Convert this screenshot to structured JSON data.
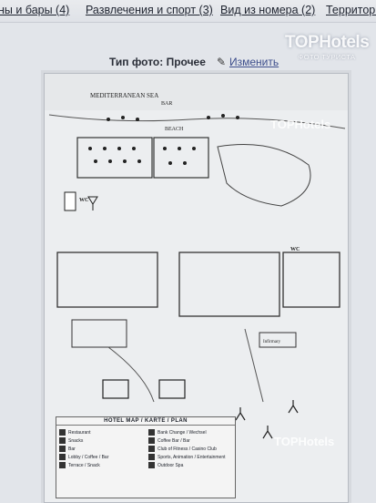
{
  "tabs": [
    {
      "label": "ны и бары (4)"
    },
    {
      "label": "Развлечения и спорт (3)"
    },
    {
      "label": "Вид из номера (2)"
    },
    {
      "label": "Территория"
    }
  ],
  "photo": {
    "type_label": "Тип фото:",
    "type_value": "Прочее",
    "edit_label": "Изменить"
  },
  "watermark": {
    "brand": "TOPHotels",
    "sub": "ФОТО ТУРИСТА"
  },
  "map": {
    "sea_label": "MEDITERRANEAN SEA",
    "beach_label": "BEACH",
    "bar_label": "BAR",
    "wc_label": "WC",
    "legend_title": "HOTEL MAP / KARTE / PLAN",
    "infirmary_label": "Infirmary",
    "legend_left": [
      "Restaurant",
      "Snacks",
      "Bar",
      "Lobby / Coffee / Bar",
      "Terrace / Snack"
    ],
    "legend_right": [
      "Bank Change / Wechsel",
      "Coffee Bar / Bar",
      "Club of Fitness / Casino Club",
      "Sports, Animation / Entertainment",
      "Outdoor Spa"
    ]
  }
}
